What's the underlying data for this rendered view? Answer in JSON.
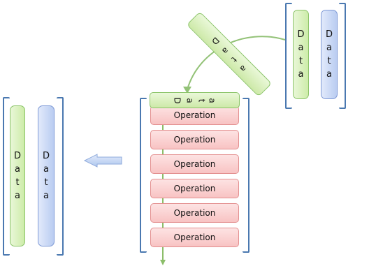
{
  "data_label_chars": [
    "D",
    "a",
    "t",
    "a"
  ],
  "operations": [
    "Operation",
    "Operation",
    "Operation",
    "Operation",
    "Operation",
    "Operation"
  ],
  "colors": {
    "bracket": "#4a78b0",
    "data_green": "#cde9a8",
    "data_blue": "#b9ccf1",
    "operation_red": "#f8c3c3",
    "flow_arrow": "#8cbe6a",
    "output_arrow": "#a9c2ea"
  }
}
